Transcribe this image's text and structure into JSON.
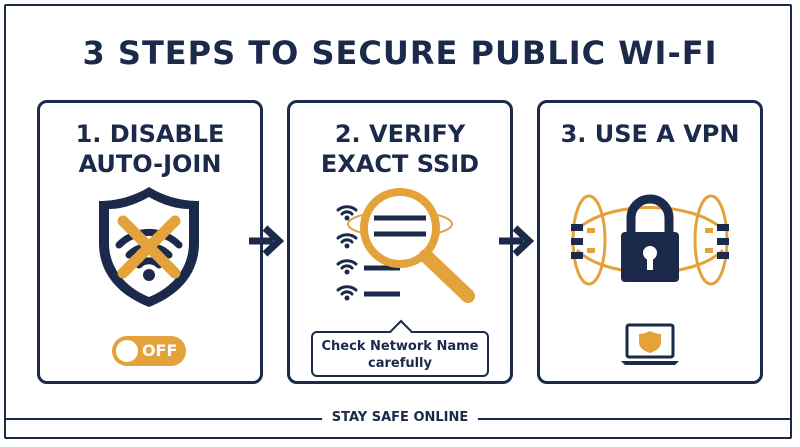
{
  "title": "3 STEPS TO SECURE PUBLIC WI-FI",
  "steps": [
    {
      "line1": "1. DISABLE",
      "line2": "AUTO-JOIN",
      "toggle_label": "OFF"
    },
    {
      "line1": "2. VERIFY",
      "line2": "EXACT SSID",
      "callout": "Check Network Name carefully"
    },
    {
      "line1": "3. USE A VPN"
    }
  ],
  "footer": "STAY SAFE ONLINE",
  "colors": {
    "navy": "#1b2a4a",
    "gold": "#e3a23a"
  },
  "icons": [
    "shield-icon",
    "wifi-icon",
    "cross-icon",
    "toggle-switch",
    "magnifier-icon",
    "wifi-list-icon",
    "padlock-icon",
    "vpn-tunnel-icon",
    "laptop-icon"
  ]
}
